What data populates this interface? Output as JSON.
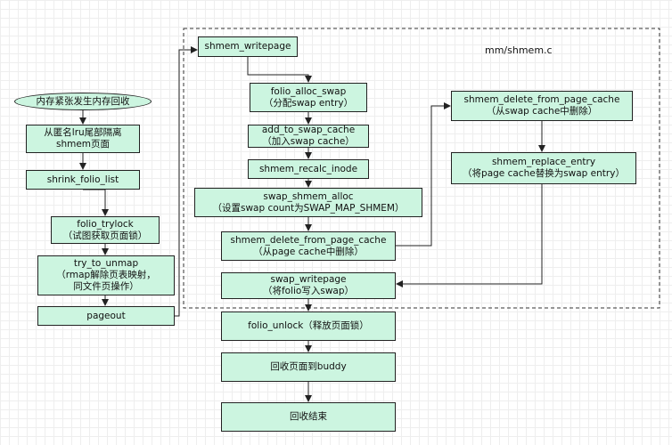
{
  "region_label": "mm/shmem.c",
  "nodes": {
    "start": "内存紧张发生内存回收",
    "isolate": "从匿名lru尾部隔离\nshmem页面",
    "shrink": "shrink_folio_list",
    "trylock": "folio_trylock\n（试图获取页面锁）",
    "unmap": "try_to_unmap\n（rmap解除页表映射，\n同文件页操作）",
    "pageout": "pageout",
    "writepage": "shmem_writepage",
    "alloc_swap": "folio_alloc_swap\n（分配swap entry）",
    "add_cache": "add_to_swap_cache\n（加入swap cache）",
    "recalc": "shmem_recalc_inode",
    "swap_alloc": "swap_shmem_alloc\n（设置swap count为SWAP_MAP_SHMEM）",
    "delete_page": "shmem_delete_from_page_cache\n（从page cache中删除）",
    "swap_writepage": "swap_writepage\n（将folio写入swap）",
    "unlock": "folio_unlock（释放页面锁）",
    "to_buddy": "回收页面到buddy",
    "end": "回收结束",
    "delete_swap": "shmem_delete_from_page_cache\n（从swap cache中删除）",
    "replace": "shmem_replace_entry\n（将page cache替换为swap entry）"
  },
  "colors": {
    "node_fill": "#ccf5e0",
    "border": "#222222",
    "edge": "#222222",
    "dashed_region": "#333333"
  }
}
